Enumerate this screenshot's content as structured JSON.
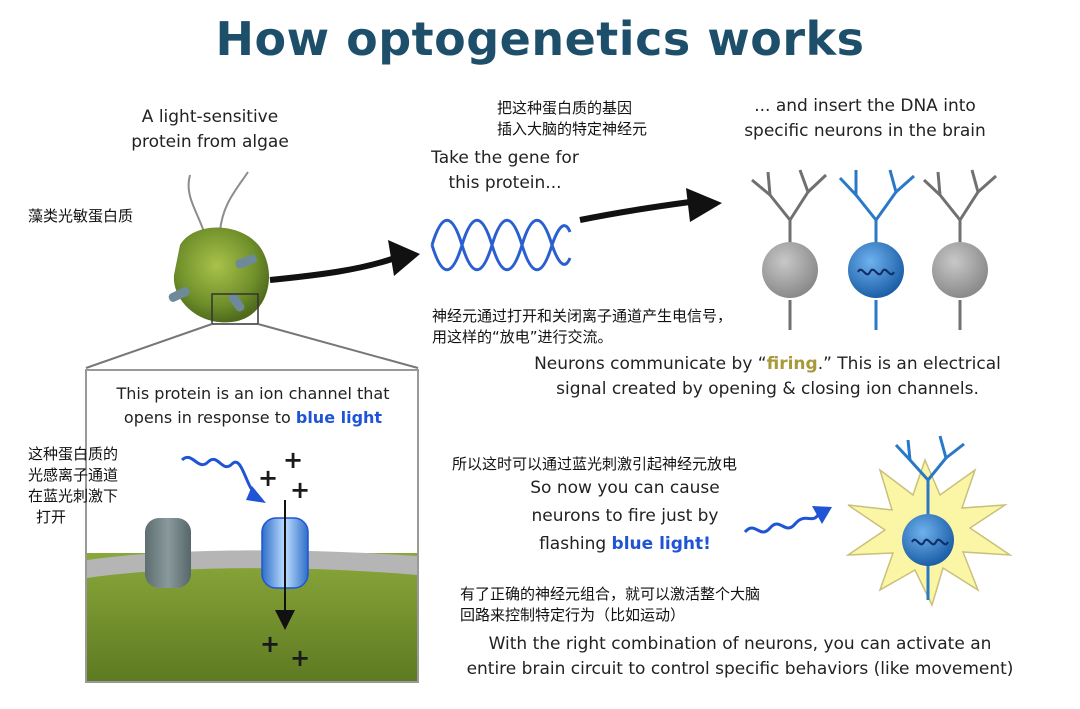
{
  "title": "How optogenetics works",
  "algae": {
    "label_line1": "A light-sensitive",
    "label_line2": "protein from algae",
    "label_zh": "藻类光敏蛋白质"
  },
  "gene": {
    "zh_line1": "把这种蛋白质的基因",
    "zh_line2": "插入大脑的特定神经元",
    "line1": "Take the gene for",
    "line2": "this protein..."
  },
  "insert": {
    "line1": "... and insert the DNA into",
    "line2": "specific neurons in the brain"
  },
  "ion_channel": {
    "line1": "This protein is an ion channel that",
    "line2_prefix": "opens in response to ",
    "line2_highlight": "blue light",
    "zh_line1": "这种蛋白质的",
    "zh_line2": "光感离子通道",
    "zh_line3": "在蓝光刺激下",
    "zh_line4": "打开"
  },
  "firing": {
    "zh_line1": "神经元通过打开和关闭离子通道产生电信号，",
    "zh_line2": "用这样的“放电”进行交流。",
    "line1_prefix": "Neurons communicate by “",
    "line1_highlight": "firing",
    "line1_suffix": ".” This is an electrical",
    "line2": "signal created by opening & closing ion channels."
  },
  "cause": {
    "zh": "所以这时可以通过蓝光刺激引起神经元放电",
    "line1": "So now you can cause",
    "line2": "neurons to fire just by",
    "line3_prefix": "flashing ",
    "line3_highlight": "blue light!"
  },
  "circuit": {
    "zh_line1": "有了正确的神经元组合，就可以激活整个大脑",
    "zh_line2": "回路来控制特定行为（比如运动）",
    "line1": "With the right combination of neurons, you can activate an",
    "line2": "entire brain circuit to control specific behaviors (like movement)"
  },
  "ions": {
    "plus": "+"
  },
  "colors": {
    "title": "#1d4f6a",
    "blue_light": "#1f54d6",
    "firing": "#a8993a",
    "algae": "#6f8f2a",
    "neuron_gray": "#9c9c9c",
    "neuron_blue": "#2a78c8",
    "membrane": "#6e8f2a",
    "star": "#fbf6a6"
  }
}
